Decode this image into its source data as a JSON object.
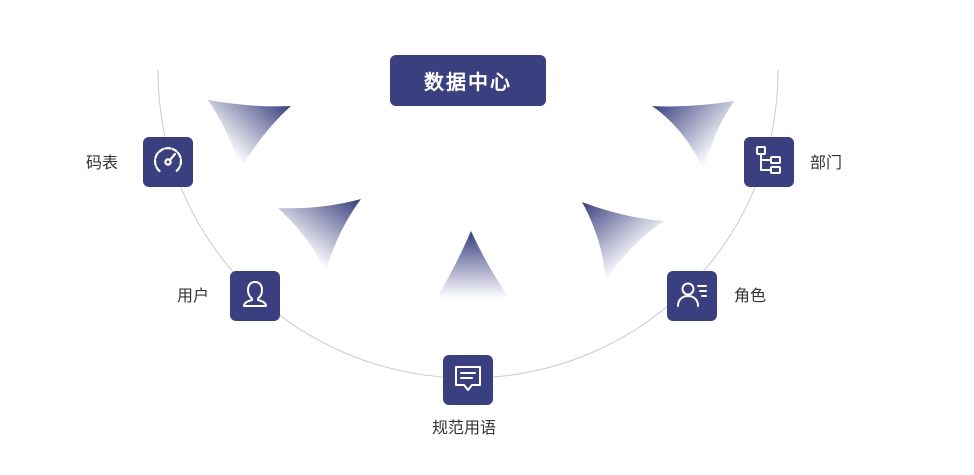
{
  "center": {
    "title": "数据中心"
  },
  "nodes": [
    {
      "label": "码表",
      "icon": "speedometer-icon"
    },
    {
      "label": "用户",
      "icon": "user-icon"
    },
    {
      "label": "规范用语",
      "icon": "message-icon"
    },
    {
      "label": "角色",
      "icon": "role-icon"
    },
    {
      "label": "部门",
      "icon": "org-chart-icon"
    }
  ],
  "colors": {
    "accent": "#3a3f7f",
    "arc": "#c9cad6",
    "label": "#333333"
  }
}
